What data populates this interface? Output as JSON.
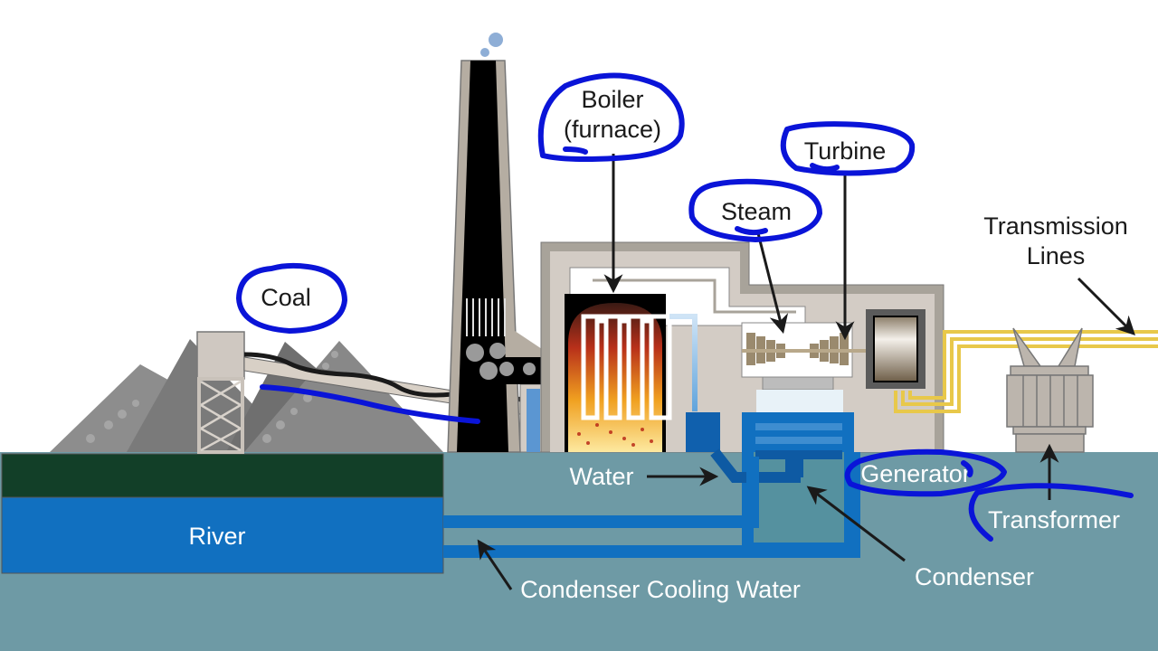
{
  "diagram": {
    "title": "Coal-fired power plant",
    "colors": {
      "ground_green": "#123f28",
      "river_blue": "#1170c0",
      "ground_teal": "#6e9aa5",
      "annotation_ink": "#0a14d8",
      "building_beige": "#d3ccc5",
      "building_border": "#a8a39a",
      "transmission_yellow": "#e8c84a"
    },
    "labels": {
      "coal": "Coal",
      "boiler_line1": "Boiler",
      "boiler_line2": "(furnace)",
      "steam": "Steam",
      "turbine": "Turbine",
      "transmission_line1": "Transmission",
      "transmission_line2": "Lines",
      "river": "River",
      "water": "Water",
      "generator": "Generator",
      "transformer": "Transformer",
      "condenser": "Condenser",
      "condenser_cooling_water": "Condenser Cooling Water"
    },
    "annotations": {
      "circled": [
        "Coal",
        "Boiler (furnace)",
        "Steam",
        "Turbine",
        "Generator"
      ],
      "underlined": [
        "coal conveyor",
        "Transformer"
      ]
    }
  }
}
